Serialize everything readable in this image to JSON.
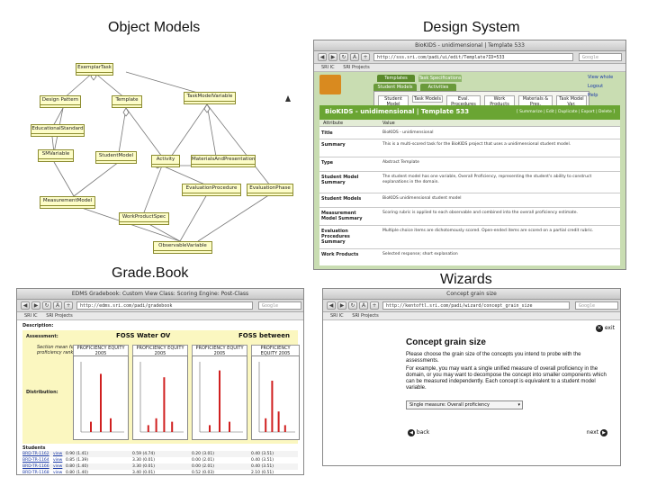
{
  "quadrants": {
    "object_models": "Object Models",
    "design_system": "Design System",
    "gradebook": "Grade.Book",
    "wizards": "Wizards"
  },
  "uml": {
    "classes": [
      "ExemplarTask",
      "Design Pattern",
      "Template",
      "TaskModelVariable",
      "EducationalStandard",
      "StudentModel",
      "SMVariable",
      "Activity",
      "MaterialsAndPresentation",
      "EvaluationProcedure",
      "EvaluationPhase",
      "MeasurementModel",
      "WorkProductSpec",
      "ObservableVariable"
    ]
  },
  "design": {
    "window_title": "BioKIDS - unidimensional | Template 533",
    "url": "http://sss.sri.com/padi/ui/edit/Template?ID=533",
    "search_placeholder": "Google",
    "bookmarks": [
      "SRI IC",
      "SRI Projects"
    ],
    "tabs": [
      "Templates",
      "Task Specifications"
    ],
    "subtabs": [
      "Student Models",
      "Activities"
    ],
    "buttons": [
      "Student Model",
      "Task Models",
      "Eval. Procedures",
      "Work Products",
      "Materials & Pres.",
      "Task Model Var."
    ],
    "header": "BioKIDS - unidimensional | Template 533",
    "header_links": "[ Summarize | Edit | Duplicate | Export | Delete ]",
    "side_links": [
      "View whole",
      "Logout",
      "Help"
    ],
    "column_headers": [
      "Attribute",
      "Value"
    ],
    "rows": [
      {
        "label": "Title",
        "value": "BioKIDS - unidimensional"
      },
      {
        "label": "Summary",
        "value": "This is a multi-scored task for the BioKIDS project that uses a unidimensional student model."
      },
      {
        "label": "Type",
        "value": "Abstract Template"
      },
      {
        "label": "Student Model Summary",
        "value": "The student model has one variable, Overall Proficiency, representing the student's ability to construct explanations in the domain."
      },
      {
        "label": "Student Models",
        "value": "BioKIDS unidimensional student model"
      },
      {
        "label": "Measurement Model Summary",
        "value": "Scoring rubric is applied to each observable and combined into the overall proficiency estimate."
      },
      {
        "label": "Evaluation Procedures Summary",
        "value": "Multiple choice items are dichotomously scored. Open-ended items are scored on a partial credit rubric."
      },
      {
        "label": "Work Products",
        "value": "Selected response; short explanation"
      }
    ]
  },
  "gradebook": {
    "window_title": "EDMS Gradebook: Custom View Class: Scoring Engine: Post-Class",
    "url": "http://edms.sri.com/padi/gradebook",
    "search_placeholder": "Google",
    "bookmarks": [
      "SRI IC",
      "SRI Projects"
    ],
    "labels": [
      "Description:",
      "Assessment:",
      "Distribution:",
      "Students"
    ],
    "assessment_titles": [
      "FOSS Water OV",
      "FOSS between"
    ],
    "sub_titles": [
      "Section mean for",
      "proficiency ranking"
    ],
    "proficiency_headers": [
      "PROFICIENCY EQUITY 2005",
      "PROFICIENCY EQUITY 2005",
      "PROFICIENCY EQUITY 2005",
      "PROFICIENCY EQUITY 2005"
    ],
    "students": [
      {
        "id": "BRD-TR-1162",
        "score1": "0.90 (1.41)",
        "score2": "0.59 (4.74)",
        "score3": "0.20 (3.01)",
        "score4": "0.40 (3.51)"
      },
      {
        "id": "BRD-TR-1164",
        "score1": "0.85 (1.39)",
        "score2": "3.30 (0.01)",
        "score3": "0.00 (2.01)",
        "score4": "0.40 (3.51)"
      },
      {
        "id": "BRD-TR-1166",
        "score1": "0.80 (1.40)",
        "score2": "3.30 (0.01)",
        "score3": "0.00 (2.01)",
        "score4": "0.40 (3.51)"
      },
      {
        "id": "BRD-TR-1168",
        "score1": "0.80 (1.40)",
        "score2": "3.40 (0.01)",
        "score3": "0.52 (0.03)",
        "score4": "2.10 (0.51)"
      }
    ],
    "link_label": "view",
    "chart_bars": [
      [
        0.15,
        0.85,
        0.2
      ],
      [
        0.1,
        0.2,
        0.8,
        0.15
      ],
      [
        0.1,
        0.9,
        0.15
      ],
      [
        0.2,
        0.75,
        0.3,
        0.1
      ]
    ]
  },
  "wizard": {
    "window_title": "Concept grain size",
    "url": "http://kentoftl.sri.com/padi/wizard/concept_grain_size",
    "search_placeholder": "Google",
    "bookmarks": [
      "SRI IC",
      "SRI Projects"
    ],
    "exit_label": "exit",
    "heading": "Concept grain size",
    "paragraph1": "Please choose the grain size of the concepts you intend to probe with the assessments.",
    "paragraph2": "For example, you may want a single unified measure of overall proficiency in the domain, or you may want to decompose the concept into smaller components which can be measured independently. Each concept is equivalent to a student model variable.",
    "select_value": "Single measure: Overall proficiency",
    "back_label": "back",
    "next_label": "next"
  }
}
